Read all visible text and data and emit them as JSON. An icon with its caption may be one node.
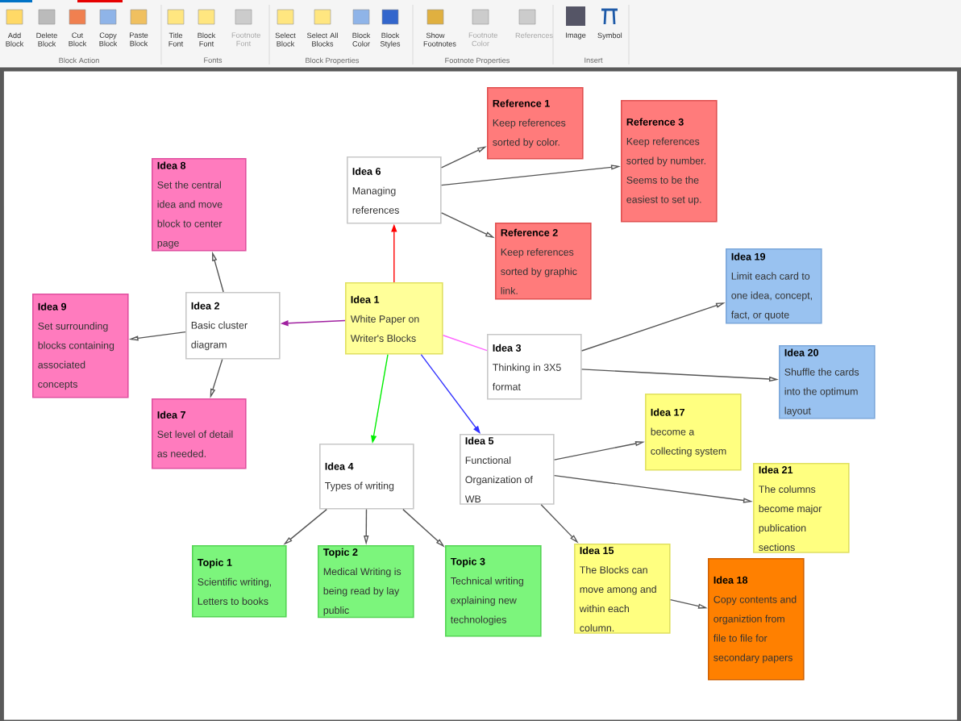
{
  "diagram": {
    "nodes": [
      {
        "text": [
          "Idea 1",
          "White Paper on Writer's Blocks"
        ]
      },
      {
        "text": [
          "Idea 6",
          "Managing references"
        ]
      },
      {
        "text": [
          "Reference 1",
          "Keep references sorted by color."
        ]
      },
      {
        "text": [
          "Reference 3",
          "Keep references sorted by number. Seems to be the easiest to set up."
        ]
      },
      {
        "text": [
          "Reference 2",
          "Keep references sorted by graphic link."
        ]
      },
      {
        "text": [
          "Idea 8",
          "Set the central idea and move block to center page"
        ]
      },
      {
        "text": [
          "Idea 2",
          "Basic cluster diagram"
        ]
      },
      {
        "text": [
          "Idea 9",
          "Set surrounding blocks containing associated concepts"
        ]
      },
      {
        "text": [
          "Idea 7",
          "Set level of detail as needed."
        ]
      },
      {
        "text": [
          "Idea 3",
          "Thinking in 3X5 format"
        ]
      },
      {
        "text": [
          "Idea 19",
          "Limit each card to one idea, concept, fact, or quote"
        ]
      },
      {
        "text": [
          "Idea 20",
          "Shuffle the cards into the optimum layout"
        ]
      },
      {
        "text": [
          "Idea 4",
          "Types of writing"
        ]
      },
      {
        "text": [
          "Topic 1",
          "Scientific writing, Letters to books"
        ]
      },
      {
        "text": [
          "Topic 2",
          "Medical Writing is being read by lay public"
        ]
      },
      {
        "text": [
          "Topic 3",
          "Technical writing explaining new technologies"
        ]
      },
      {
        "text": [
          "Idea 5",
          "Functional Organization of WB"
        ]
      },
      {
        "text": [
          "Idea 17",
          "become a collecting system"
        ]
      },
      {
        "text": [
          "Idea 21",
          "The columns become major publication sections"
        ]
      },
      {
        "text": [
          "Idea 15",
          "The Blocks can move among and within each column."
        ]
      },
      {
        "text": [
          "Idea 18",
          "Copy contents and organiztion from file to file for secondary papers"
        ]
      }
    ],
    "edges": [
      {
        "from": 0,
        "to": 1,
        "arrow": "to",
        "color": "#ff0000"
      },
      {
        "from": 1,
        "to": 2,
        "arrow": "to"
      },
      {
        "from": 1,
        "to": 3,
        "arrow": "to"
      },
      {
        "from": 1,
        "to": 4,
        "arrow": "to"
      },
      {
        "from": 0,
        "to": 6,
        "arrow": "to",
        "color": "#a020a0"
      },
      {
        "from": 6,
        "to": 5,
        "arrow": "to"
      },
      {
        "from": 6,
        "to": 7,
        "arrow": "to"
      },
      {
        "from": 6,
        "to": 8,
        "arrow": "to"
      },
      {
        "from": 0,
        "to": 9,
        "arrow": "none",
        "color": "#ff66ff"
      },
      {
        "from": 9,
        "to": 10,
        "arrow": "to"
      },
      {
        "from": 9,
        "to": 11,
        "arrow": "to"
      },
      {
        "from": 0,
        "to": 12,
        "arrow": "to",
        "color": "#00ee00"
      },
      {
        "from": 12,
        "to": 13,
        "arrow": "to"
      },
      {
        "from": 12,
        "to": 14,
        "arrow": "to"
      },
      {
        "from": 12,
        "to": 15,
        "arrow": "to"
      },
      {
        "from": 0,
        "to": 16,
        "arrow": "to",
        "color": "#3333ff"
      },
      {
        "from": 16,
        "to": 17,
        "arrow": "to"
      },
      {
        "from": 16,
        "to": 18,
        "arrow": "to"
      },
      {
        "from": 16,
        "to": 19,
        "arrow": "to"
      },
      {
        "from": 19,
        "to": 20,
        "arrow": "to"
      }
    ],
    "labels": [
      "Add Block",
      "Delete Block",
      "Cut Block",
      "Copy Block",
      "Paste Block",
      "Title Font",
      "Block Font",
      "Footnote Font",
      "Select Block",
      "Select All Blocks",
      "Block Color",
      "Block Styles",
      "Show Footnotes",
      "Footnote Color",
      "References",
      "Image",
      "Symbol",
      "Block Action",
      "Fonts",
      "Block Properties",
      "Footnote Properties",
      "Insert"
    ]
  }
}
